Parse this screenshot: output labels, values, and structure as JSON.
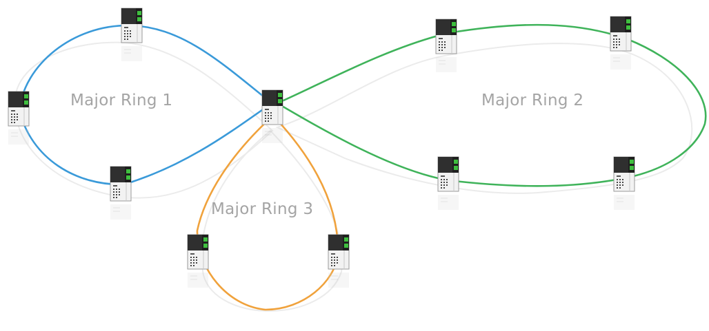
{
  "rings": [
    {
      "label": "Major Ring 1",
      "color": "#3a9ad9"
    },
    {
      "label": "Major Ring 2",
      "color": "#3fb35a"
    },
    {
      "label": "Major Ring 3",
      "color": "#f0a23c"
    }
  ],
  "colors": {
    "label_text": "#a4a4a4",
    "switch_body": "#f2f2f2",
    "switch_top": "#2e2e2e",
    "switch_port": "#3fbf3f",
    "reflection": "#e9e9e9"
  },
  "icons": [
    "industrial-switch-icon"
  ]
}
